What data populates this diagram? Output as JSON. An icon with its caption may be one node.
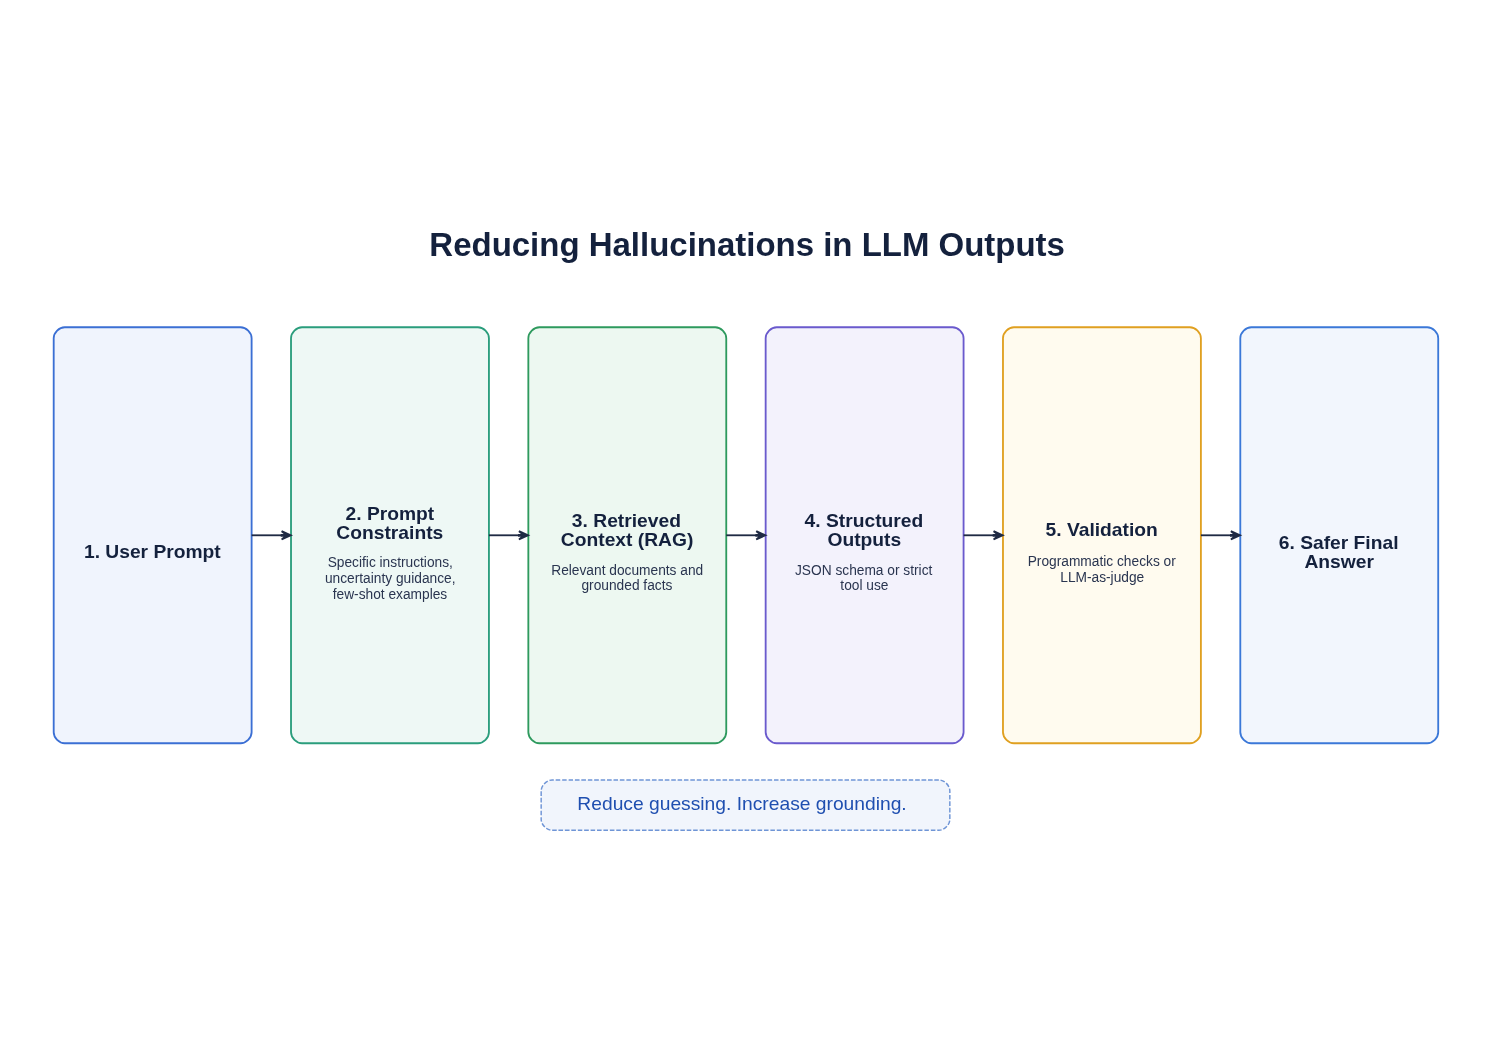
{
  "diagram": {
    "title": "Reducing Hallucinations in LLM Outputs",
    "nodes": [
      {
        "text": [
          "1. User Prompt"
        ]
      },
      {
        "text": [
          "2. Prompt Constraints",
          "Specific instructions, uncertainty guidance, few-shot examples"
        ]
      },
      {
        "text": [
          "3. Retrieved Context (RAG)",
          "Relevant documents and grounded facts"
        ]
      },
      {
        "text": [
          "4. Structured Outputs",
          "JSON schema or strict tool use"
        ]
      },
      {
        "text": [
          "5. Validation",
          "Programmatic checks or LLM-as-judge"
        ]
      },
      {
        "text": [
          "6. Safer Final Answer"
        ]
      },
      {
        "text": [
          "Reduce guessing. Increase grounding."
        ]
      }
    ],
    "edges": [
      {
        "from": 0,
        "to": 1,
        "arrow": "to"
      },
      {
        "from": 1,
        "to": 2,
        "arrow": "to"
      },
      {
        "from": 2,
        "to": 3,
        "arrow": "to"
      },
      {
        "from": 3,
        "to": 4,
        "arrow": "to"
      },
      {
        "from": 4,
        "to": 5,
        "arrow": "to"
      }
    ]
  }
}
